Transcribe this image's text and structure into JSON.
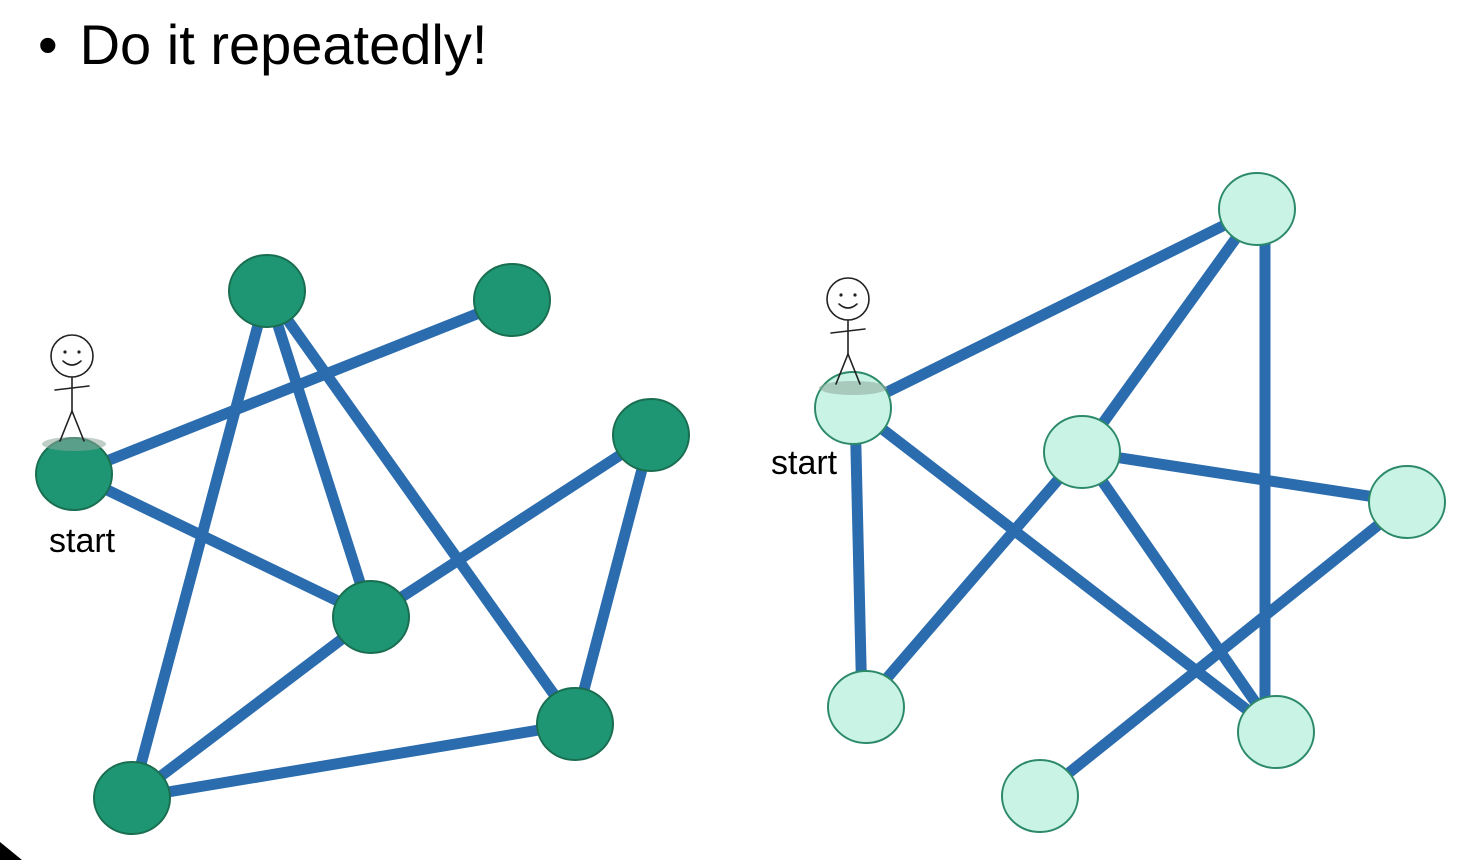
{
  "slide": {
    "bullet_text": "Do it repeatedly!",
    "bullet_glyph": "•"
  },
  "graph_left": {
    "start_label": "start",
    "node_color": "#1e9674",
    "edge_color": "#2b6cae"
  },
  "graph_right": {
    "start_label": "start",
    "node_color": "#c9f3e4",
    "edge_color": "#2b6cae"
  },
  "icons": {
    "walker": "stick-figure-icon"
  }
}
